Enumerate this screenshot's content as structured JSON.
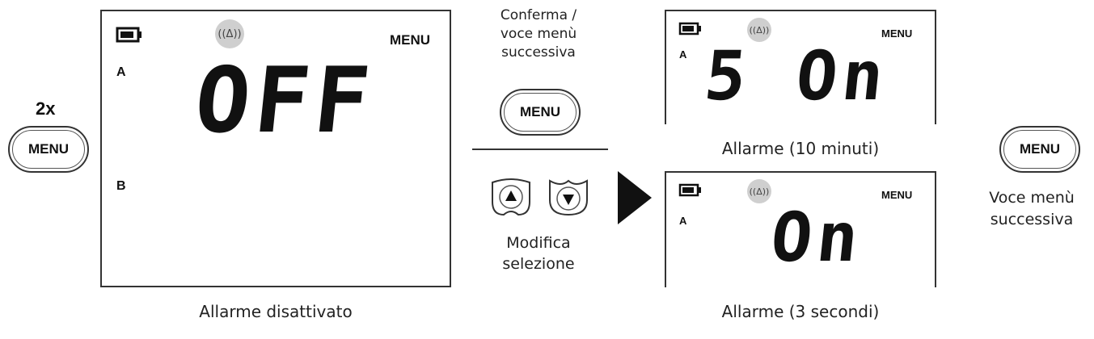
{
  "left": {
    "count_label": "2x",
    "button_label": "MENU"
  },
  "main_display": {
    "menu_label": "MENU",
    "channel_a": "A",
    "channel_b": "B",
    "value": "OFF",
    "caption": "Allarme disattivato",
    "bell_glyph": "((Δ))"
  },
  "middle": {
    "confirm_line1": "Conferma /",
    "confirm_line2": "voce menù",
    "confirm_line3": "successiva",
    "button_label": "MENU",
    "modify_line1": "Modifica",
    "modify_line2": "selezione",
    "up_icon": "up-arrow-icon",
    "down_icon": "down-arrow-icon"
  },
  "display_top": {
    "menu_label": "MENU",
    "channel_a": "A",
    "value": "5 On",
    "caption": "Allarme (10 minuti)",
    "bell_glyph": "((Δ))"
  },
  "display_bottom": {
    "menu_label": "MENU",
    "channel_a": "A",
    "value": "On",
    "caption": "Allarme (3 secondi)",
    "bell_glyph": "((Δ))"
  },
  "right": {
    "button_label": "MENU",
    "next_line1": "Voce menù",
    "next_line2": "successiva"
  }
}
